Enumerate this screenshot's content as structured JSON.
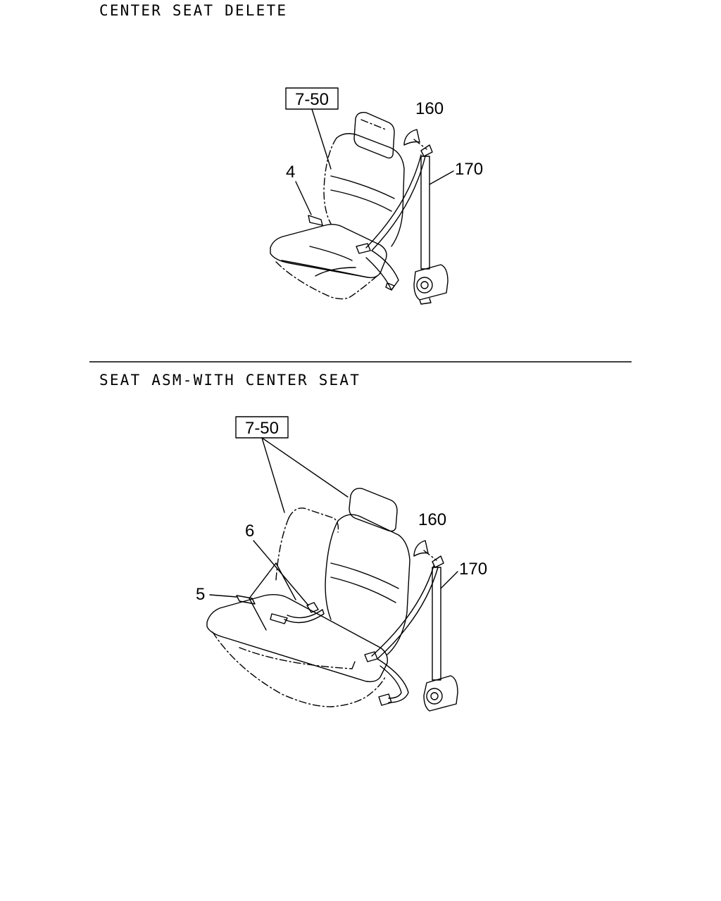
{
  "sections": [
    {
      "title": "CENTER SEAT DELETE",
      "labels": {
        "ref": "7-50",
        "buckle": "4",
        "anchor_cover": "160",
        "belt": "170"
      }
    },
    {
      "title": "SEAT ASM-WITH CENTER SEAT",
      "labels": {
        "ref": "7-50",
        "center_belt": "6",
        "center_buckle": "5",
        "anchor_cover": "160",
        "belt": "170"
      }
    }
  ]
}
